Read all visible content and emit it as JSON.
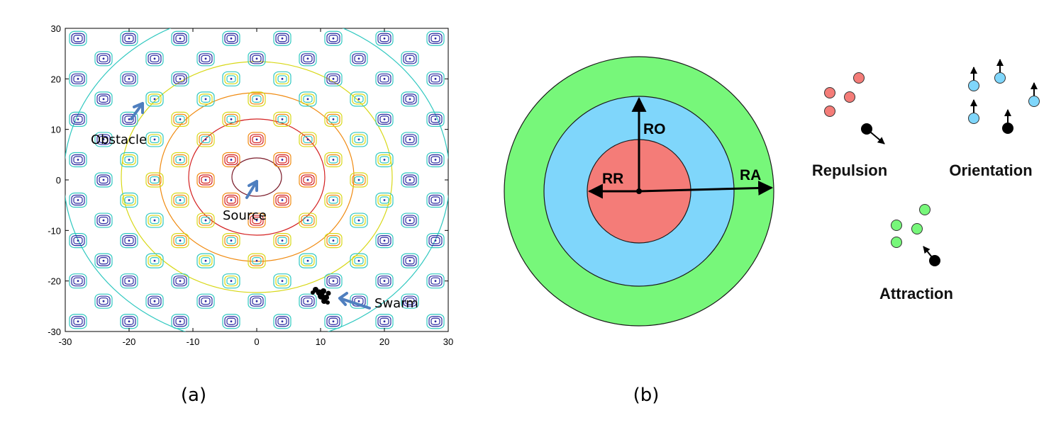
{
  "panel_a": {
    "caption": "(a)",
    "x_ticks": [
      "-30",
      "-20",
      "-10",
      "0",
      "10",
      "20",
      "30"
    ],
    "y_ticks": [
      "30",
      "20",
      "10",
      "0",
      "-10",
      "-20",
      "-30"
    ],
    "labels": {
      "obstacle": "Obstacle",
      "source": "Source",
      "swarm": "Swarm"
    },
    "arrow_color": "#4f7fbf",
    "contour_colors": [
      "#7b1c2a",
      "#d42020",
      "#f08a10",
      "#d8d818",
      "#30c8c0",
      "#2a2aa0"
    ]
  },
  "panel_b": {
    "caption": "(b)",
    "zones": {
      "repulsion": "RR",
      "orientation": "RO",
      "attraction": "RA"
    },
    "zone_colors": {
      "repulsion": "#f47c78",
      "orientation": "#7fd6fb",
      "attraction": "#77f77a"
    },
    "behaviours": {
      "repulsion": "Repulsion",
      "orientation": "Orientation",
      "attraction": "Attraction"
    }
  }
}
